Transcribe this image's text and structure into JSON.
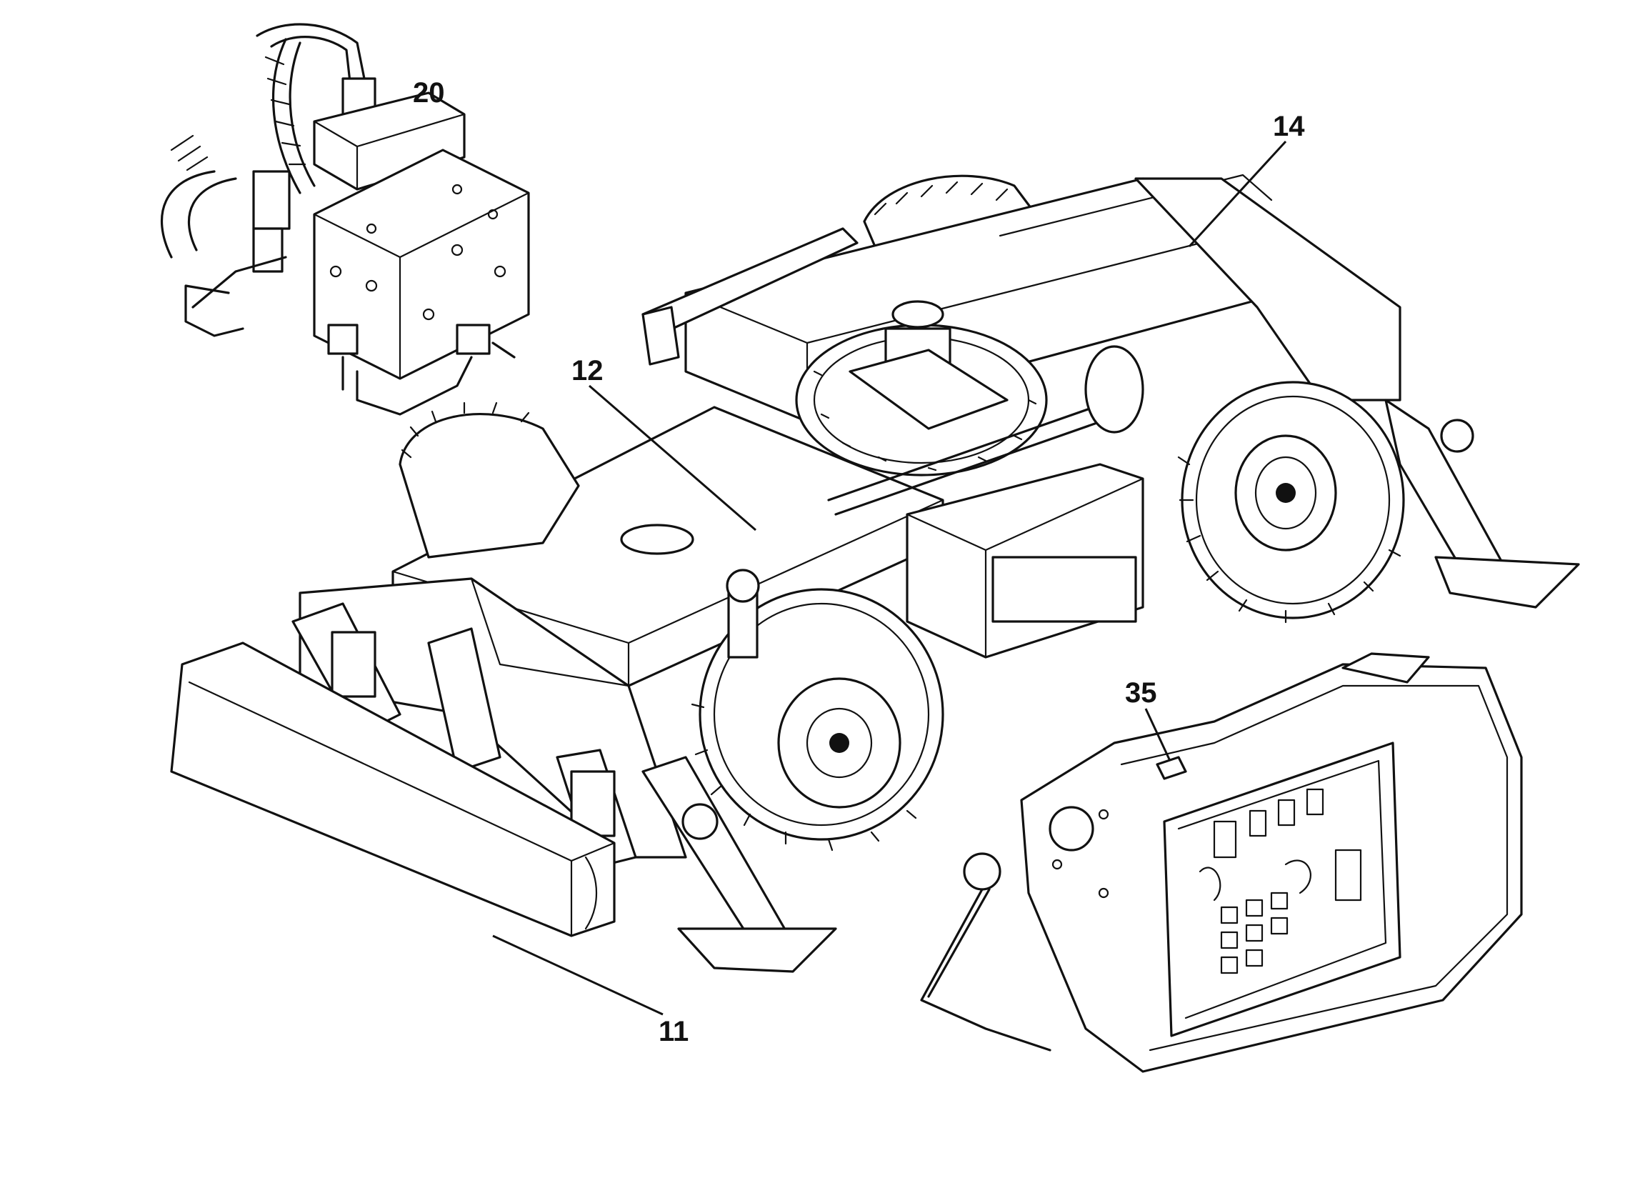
{
  "figure": {
    "callouts": [
      {
        "id": "c20",
        "label": "20"
      },
      {
        "id": "c14",
        "label": "14"
      },
      {
        "id": "c12",
        "label": "12"
      },
      {
        "id": "c35",
        "label": "35"
      },
      {
        "id": "c11",
        "label": "11"
      }
    ]
  }
}
